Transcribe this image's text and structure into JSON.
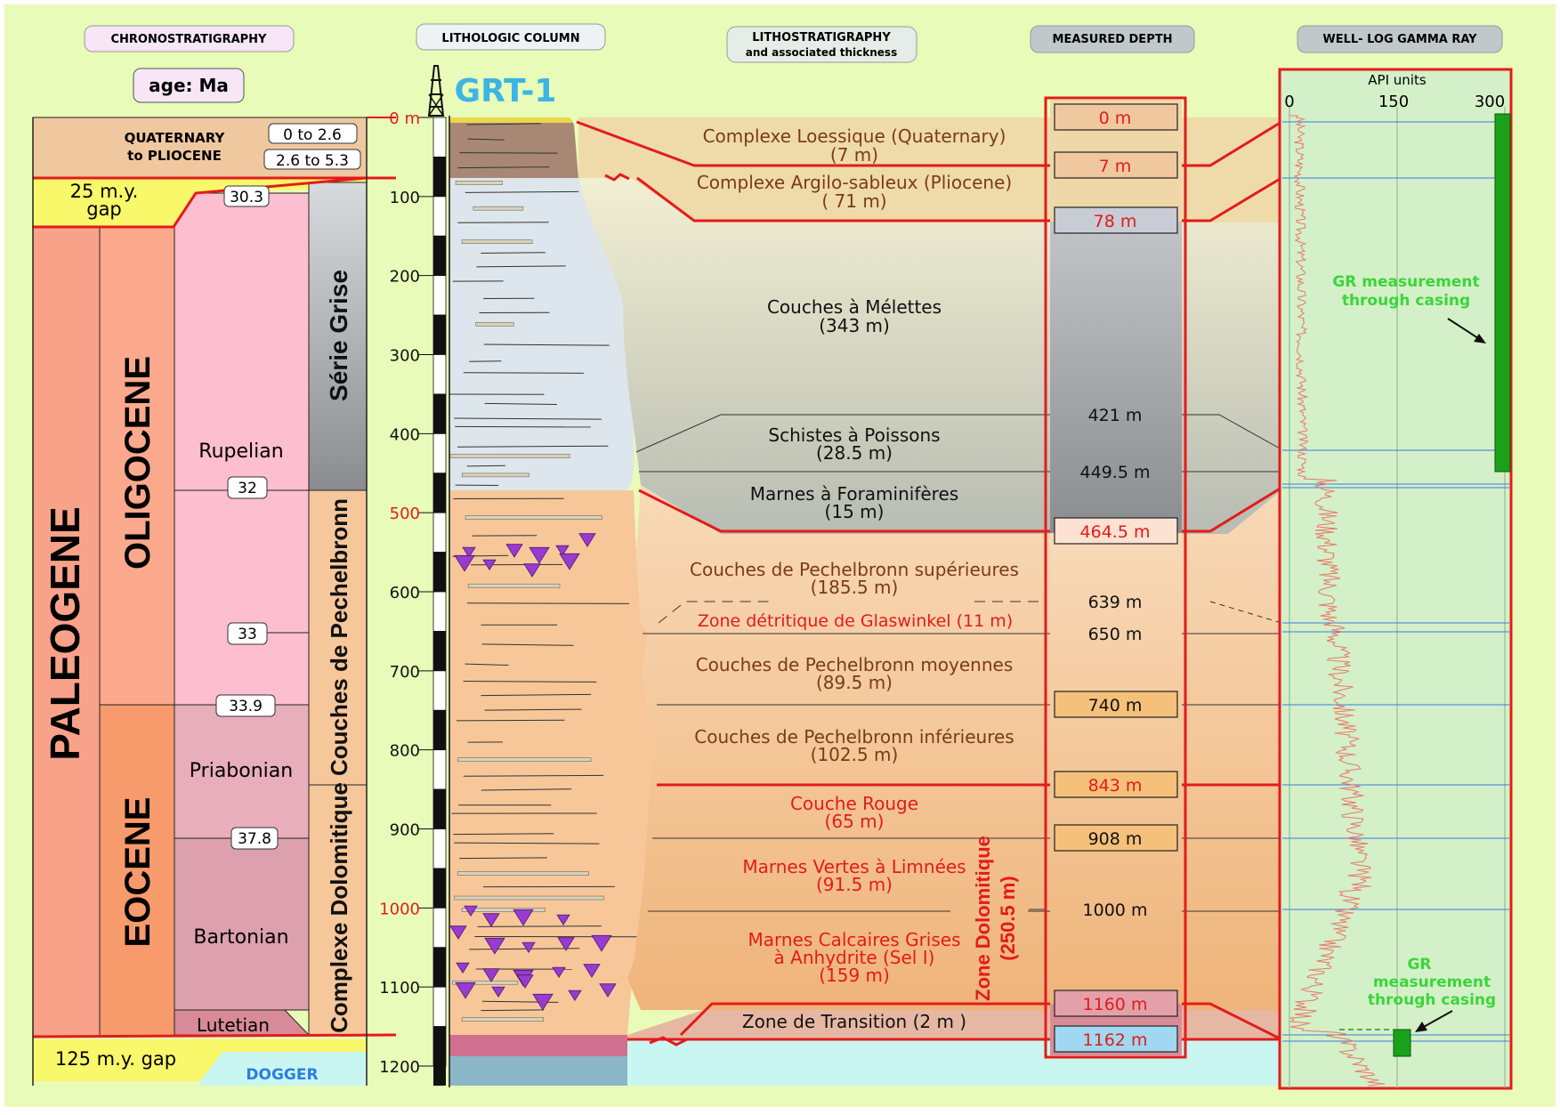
{
  "headers": {
    "chrono": "CHRONOSTRATIGRAPHY",
    "litho_col": "LITHOLOGIC COLUMN",
    "lithostrat_1": "LITHOSTRATIGRAPHY",
    "lithostrat_2": "and associated thickness",
    "depth": "MEASURED DEPTH",
    "gamma": "WELL- LOG GAMMA RAY"
  },
  "age_unit": "age: Ma",
  "well_name": "GRT-1",
  "chrono": {
    "quaternary_1": "QUATERNARY",
    "quaternary_2": "to PLIOCENE",
    "age_0_2_6": "0 to 2.6",
    "age_2_6_5_3": "2.6 to 5.3",
    "gap_top_1": "25 m.y.",
    "gap_top_2": "gap",
    "gap_bottom": "125 m.y. gap",
    "dogger": "DOGGER",
    "era": "PALEOGENE",
    "epoch_oligocene": "OLIGOCENE",
    "epoch_eocene": "EOCENE",
    "stage_rupelian": "Rupelian",
    "stage_priabonian": "Priabonian",
    "stage_bartonian": "Bartonian",
    "stage_lutetian": "Lutetian",
    "ages": [
      "30.3",
      "32",
      "33",
      "33.9",
      "37.8"
    ],
    "group_serie_grise": "Série Grise",
    "group_pechelbronn": "Couches de Pechelbronn",
    "group_dolomitique": "Complexe Dolomitique"
  },
  "depth_scale": {
    "ticks": [
      "0 m",
      "100",
      "200",
      "300",
      "400",
      "500",
      "600",
      "700",
      "800",
      "900",
      "1000",
      "1100",
      "1200"
    ],
    "red_ticks": [
      "0 m",
      "500",
      "1000"
    ]
  },
  "units": [
    {
      "name": "Complexe Loessique (Quaternary)",
      "thickness": "(7 m)",
      "color": "#7a3b16"
    },
    {
      "name": "Complexe Argilo-sableux (Pliocene)",
      "thickness": "( 71 m)",
      "color": "#7a3b16"
    },
    {
      "name": "Couches à Mélettes",
      "thickness": "(343 m)",
      "color": "#111111"
    },
    {
      "name": "Schistes à Poissons",
      "thickness": "(28.5 m)",
      "color": "#111111"
    },
    {
      "name": "Marnes à Foraminifères",
      "thickness": "(15 m)",
      "color": "#111111"
    },
    {
      "name": "Couches de Pechelbronn supérieures",
      "thickness": "(185.5 m)",
      "color": "#7a3b16"
    },
    {
      "name": "Zone détritique de Glaswinkel (11 m)",
      "thickness": "",
      "color": "#e31b1b"
    },
    {
      "name": "Couches de Pechelbronn moyennes",
      "thickness": "(89.5 m)",
      "color": "#7a3b16"
    },
    {
      "name": "Couches de Pechelbronn inférieures",
      "thickness": "(102.5 m)",
      "color": "#7a3b16"
    },
    {
      "name": "Couche Rouge",
      "thickness": "(65 m)",
      "color": "#e31b1b"
    },
    {
      "name": "Marnes Vertes à Limnées",
      "thickness": "(91.5 m)",
      "color": "#e31b1b"
    },
    {
      "name": "Marnes Calcaires Grises",
      "thickness": "à Anhydrite (Sel I)",
      "extra": "(159 m)",
      "color": "#e31b1b"
    },
    {
      "name": "Zone de Transition (2 m )",
      "thickness": "",
      "color": "#111111"
    }
  ],
  "zone_dolomitique_1": "Zone Dolomitique",
  "zone_dolomitique_2": "(250.5 m)",
  "measured_depths": [
    {
      "label": "0 m",
      "boxed": true,
      "fill": "#f0c8a0",
      "color": "#e31b1b"
    },
    {
      "label": "7 m",
      "boxed": true,
      "fill": "#f0c8a0",
      "color": "#e31b1b"
    },
    {
      "label": "78 m",
      "boxed": true,
      "fill": "#c8ccd4",
      "color": "#e31b1b"
    },
    {
      "label": "421 m",
      "boxed": false,
      "color": "#111111"
    },
    {
      "label": "449.5 m",
      "boxed": false,
      "color": "#111111"
    },
    {
      "label": "464.5 m",
      "boxed": true,
      "fill": "#fde2d2",
      "color": "#e31b1b"
    },
    {
      "label": "639 m",
      "boxed": false,
      "color": "#111111"
    },
    {
      "label": "650 m",
      "boxed": false,
      "color": "#111111"
    },
    {
      "label": "740 m",
      "boxed": true,
      "fill": "#f5c07a",
      "color": "#111111"
    },
    {
      "label": "843 m",
      "boxed": true,
      "fill": "#f5c07a",
      "color": "#e31b1b"
    },
    {
      "label": "908 m",
      "boxed": true,
      "fill": "#f5c07a",
      "color": "#111111"
    },
    {
      "label": "1000 m",
      "boxed": false,
      "color": "#111111"
    },
    {
      "label": "1160 m",
      "boxed": true,
      "fill": "#e3a0a8",
      "color": "#e31b1b"
    },
    {
      "label": "1162 m",
      "boxed": true,
      "fill": "#9fd8f0",
      "color": "#e31b1b"
    }
  ],
  "gamma": {
    "unit_label": "API units",
    "ticks": [
      "0",
      "150",
      "300"
    ],
    "note_1_line1": "GR measurement",
    "note_1_line2": "through casing",
    "note_2_line1": "GR",
    "note_2_line2": "measurement",
    "note_2_line3": "through casing",
    "casing_color": "#1aa01a",
    "note_color": "#39d639"
  },
  "colors": {
    "background": "#e8fbb8",
    "red": "#e31b1b",
    "blue": "#3cb4e6"
  }
}
